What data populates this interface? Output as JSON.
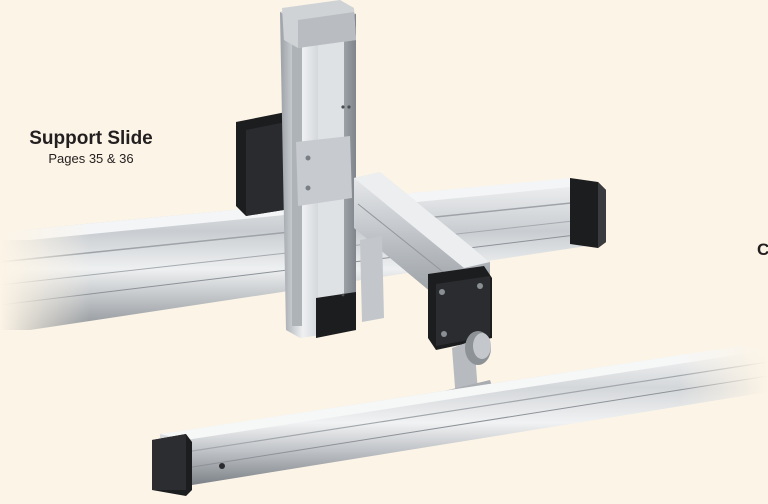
{
  "callouts": {
    "support_slide": {
      "title": "Support Slide",
      "pages": "Pages 35 & 36"
    },
    "cut_edge_letter": "C"
  },
  "colors": {
    "background": "#fcf4e6",
    "aluminum_light": "#e6e8ea",
    "aluminum_mid": "#b9bdc1",
    "aluminum_dark": "#7d8288",
    "end_cap": "#1c1d1f",
    "text": "#231f20"
  }
}
